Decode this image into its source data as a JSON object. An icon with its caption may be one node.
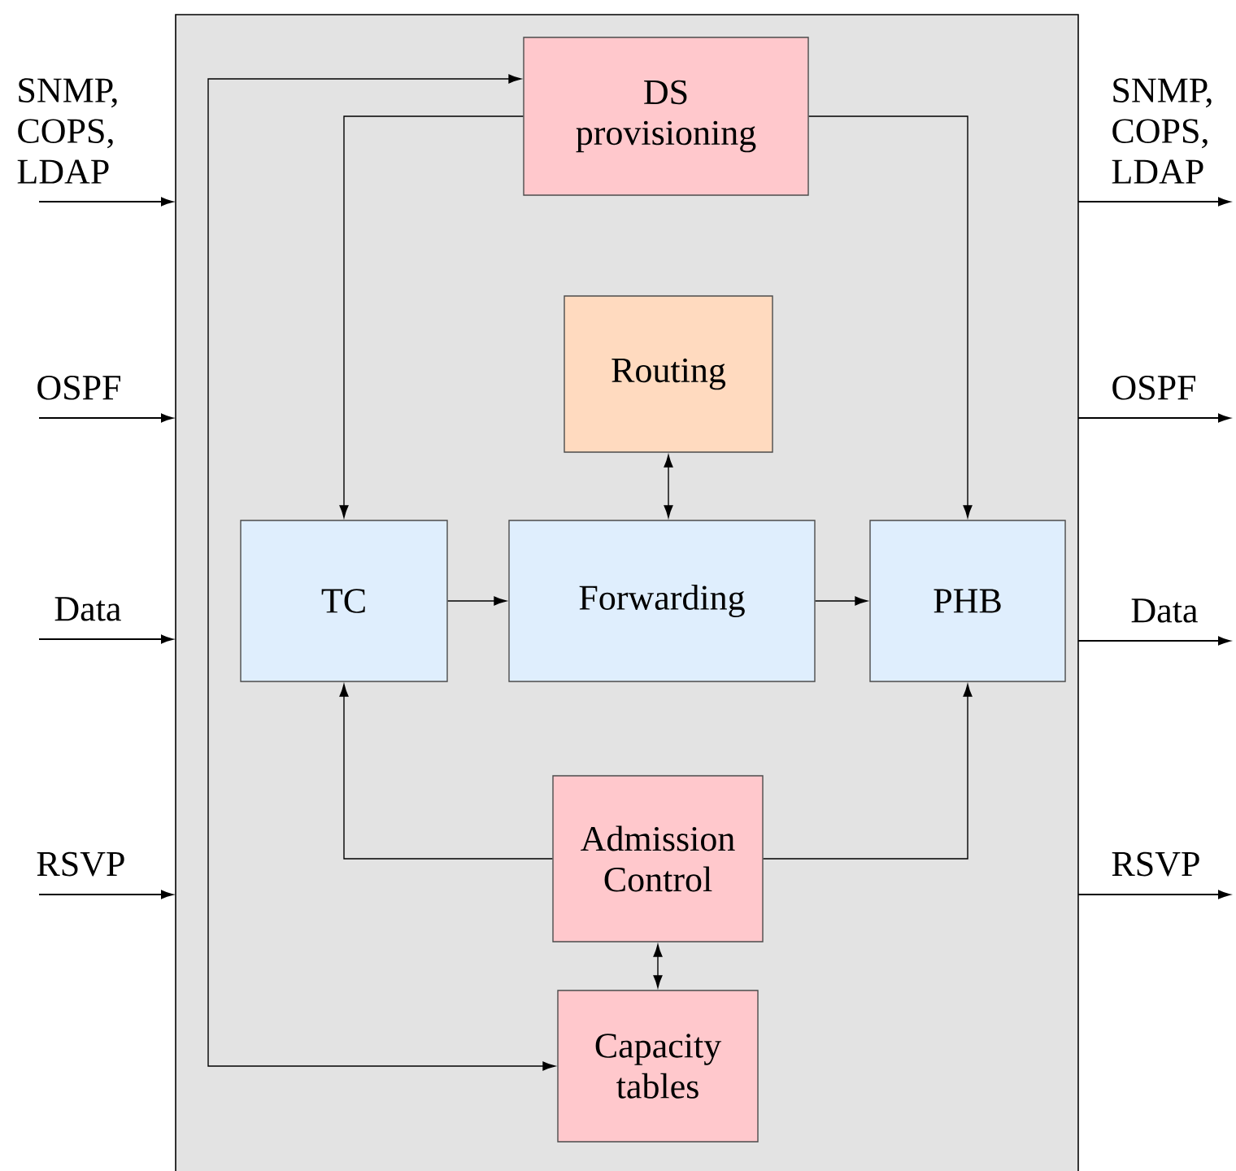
{
  "diagram": {
    "nodes": [
      {
        "text": [],
        "shape": "box"
      },
      {
        "text": [
          "DS provisioning"
        ],
        "in": 0
      },
      {
        "text": [
          "Routing"
        ],
        "in": 0
      },
      {
        "text": [
          "TC"
        ],
        "in": 0
      },
      {
        "text": [
          "Forwarding"
        ],
        "in": 0
      },
      {
        "text": [
          "PHB"
        ],
        "in": 0
      },
      {
        "text": [
          "Admission Control"
        ],
        "in": 0
      },
      {
        "text": [
          "Capacity tables"
        ],
        "in": 0
      }
    ],
    "edges": [
      {
        "from": 1,
        "to": 3,
        "arrow": "to"
      },
      {
        "from": 1,
        "to": 5,
        "arrow": "to"
      },
      {
        "from": 7,
        "to": 1,
        "arrow": "both"
      },
      {
        "from": 2,
        "to": 4,
        "arrow": "both"
      },
      {
        "from": 3,
        "to": 4,
        "arrow": "to"
      },
      {
        "from": 4,
        "to": 5,
        "arrow": "to"
      },
      {
        "from": 6,
        "to": 3,
        "arrow": "to"
      },
      {
        "from": 6,
        "to": 5,
        "arrow": "to"
      },
      {
        "from": 6,
        "to": 7,
        "arrow": "both"
      },
      {
        "from": null,
        "to": 0,
        "arrow": "to",
        "label": "SNMP, COPS, LDAP"
      },
      {
        "from": null,
        "to": 0,
        "arrow": "to",
        "label": "OSPF"
      },
      {
        "from": null,
        "to": 0,
        "arrow": "to",
        "label": "Data"
      },
      {
        "from": null,
        "to": 0,
        "arrow": "to",
        "label": "RSVP"
      },
      {
        "from": 0,
        "to": null,
        "arrow": "to",
        "label": "SNMP, COPS, LDAP"
      },
      {
        "from": 0,
        "to": null,
        "arrow": "to",
        "label": "OSPF"
      },
      {
        "from": 0,
        "to": null,
        "arrow": "to",
        "label": "Data"
      },
      {
        "from": 0,
        "to": null,
        "arrow": "to",
        "label": "RSVP"
      }
    ]
  }
}
